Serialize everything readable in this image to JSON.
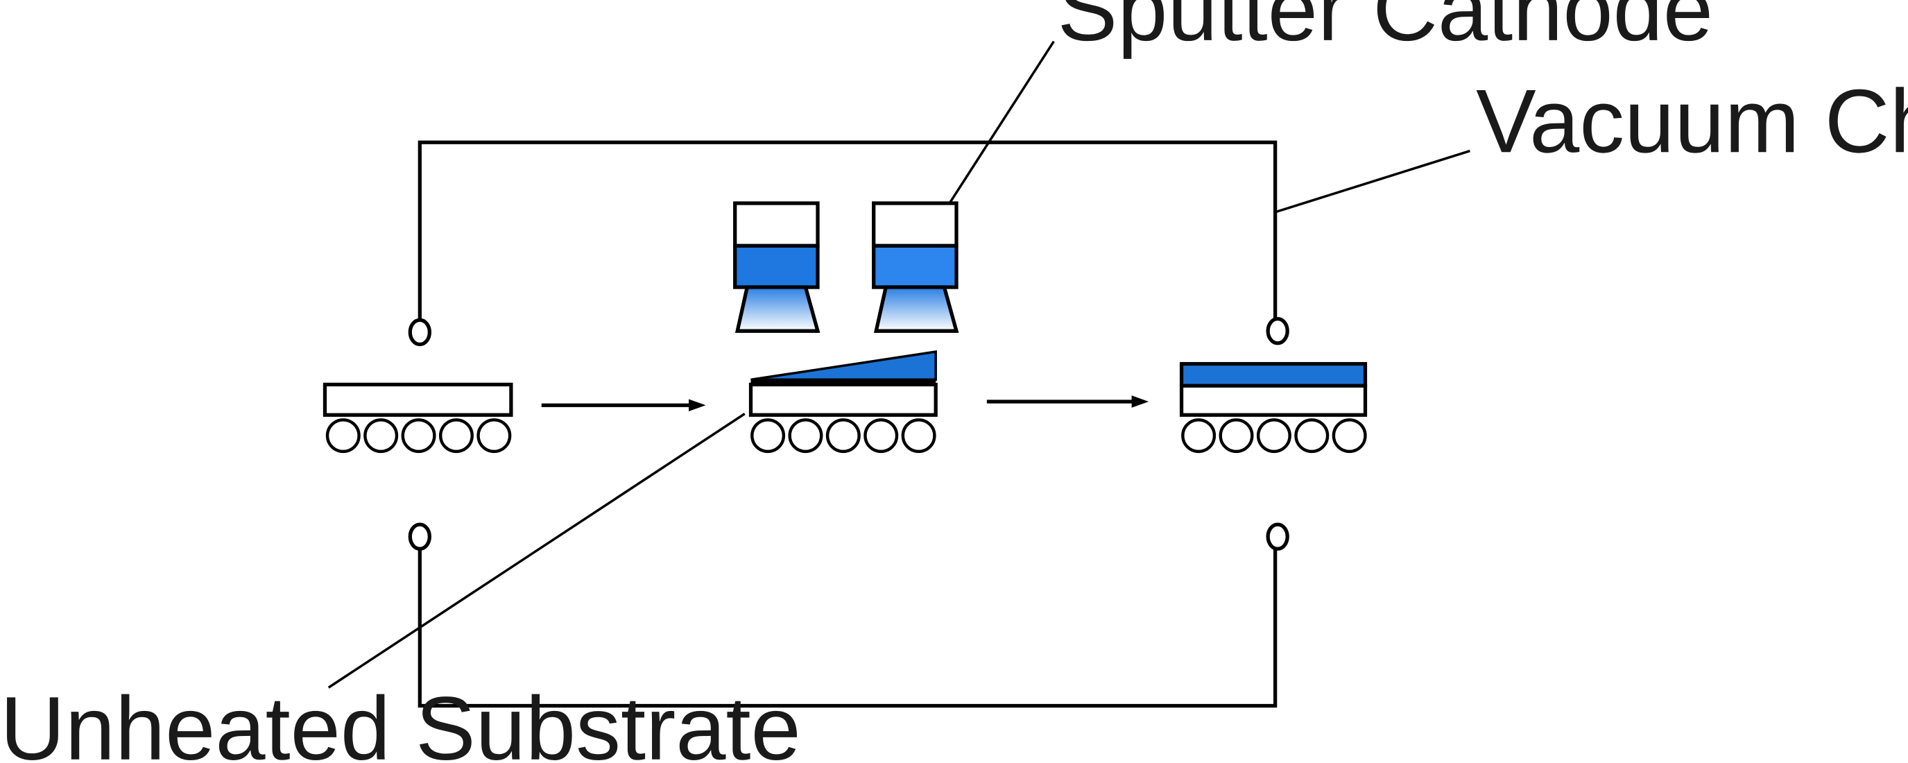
{
  "labels": {
    "sputter_cathode": "Sputter Cathode",
    "vacuum_chamber": "Vacuum Chamber",
    "unheated_substrate": "Unheated Substrate"
  },
  "colors": {
    "line": "#000000",
    "fill": "#ffffff",
    "target_blue": "#1f78e0",
    "target_blue_light": "#2d86ee",
    "plasma_blue_top": "#2a7fe3",
    "plasma_blue_bottom": "#ffffff",
    "film_blue": "#1c73d6"
  }
}
